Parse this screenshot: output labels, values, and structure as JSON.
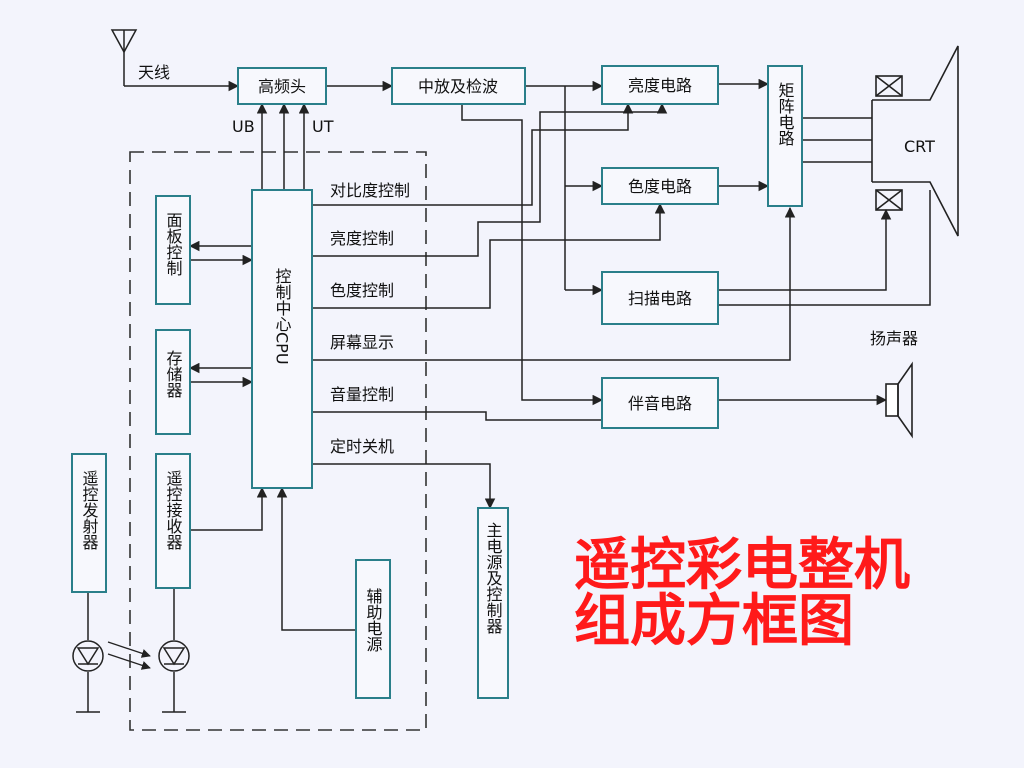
{
  "title": {
    "line1": "遥控彩电整机",
    "line2": "组成方框图"
  },
  "blocks": {
    "tuner": "高频头",
    "if_detect": "中放及检波",
    "luma": "亮度电路",
    "chroma": "色度电路",
    "scan": "扫描电路",
    "sound": "伴音电路",
    "matrix": "矩阵电路",
    "cpu": "控制中心CPU",
    "panel": "面板控制",
    "memory": "存储器",
    "ir_tx": "遥控发射器",
    "ir_rx": "遥控接收器",
    "aux_power": "辅助电源",
    "main_power": "主电源及控制器"
  },
  "labels": {
    "antenna": "天线",
    "ub": "UB",
    "ut": "UT",
    "crt": "CRT",
    "speaker": "扬声器"
  },
  "cpu_outputs": [
    "对比度控制",
    "亮度控制",
    "色度控制",
    "屏幕显示",
    "音量控制",
    "定时关机"
  ],
  "colors": {
    "title": "#ff1a1a",
    "box_edge": "#2a7f8a",
    "line": "#222222",
    "bg": "#f3f4fc"
  }
}
